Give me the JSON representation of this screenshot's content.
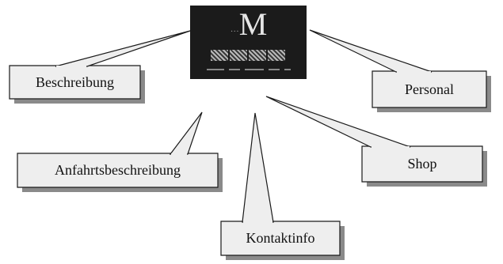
{
  "diagram": {
    "center": {
      "logo_letter": "M",
      "logo_prefix": "…",
      "icon": "website-screenshot-thumbnail"
    },
    "labels": {
      "beschreibung": "Beschreibung",
      "personal": "Personal",
      "anfahrt": "Anfahrtsbeschreibung",
      "shop": "Shop",
      "kontakt": "Kontaktinfo"
    },
    "colors": {
      "box_fill": "#eeeeee",
      "box_shadow": "#8a8a8a",
      "box_stroke": "#1a1a1a",
      "thumbnail_bg": "#1b1b1b"
    }
  }
}
